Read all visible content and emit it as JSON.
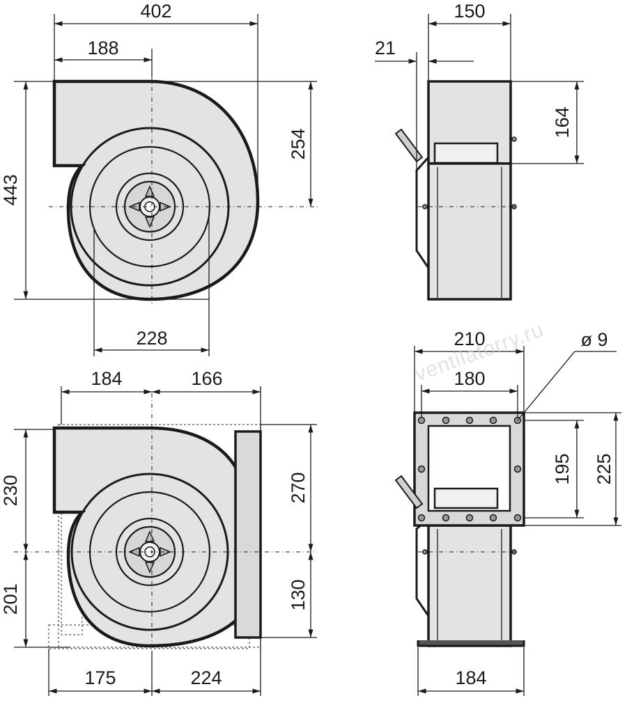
{
  "watermark": "ventilatorry.ru",
  "dimensions": {
    "top_left": {
      "width_total": "402",
      "width_to_center": "188",
      "height_total": "443",
      "center_to_top": "254",
      "outlet_width": "228"
    },
    "top_right": {
      "width_total": "150",
      "offset": "21",
      "outlet_height": "164"
    },
    "bottom_left": {
      "left_to_center": "184",
      "center_to_flange": "166",
      "upper_height": "230",
      "lower_height": "201",
      "flange_upper": "270",
      "flange_lower": "130",
      "base_left": "175",
      "base_right": "224"
    },
    "bottom_right": {
      "flange_outer_width": "210",
      "hole_pitch_width": "180",
      "hole_diameter": "ø 9",
      "hole_pitch_height": "195",
      "flange_outer_height": "225",
      "base_width": "184"
    }
  }
}
